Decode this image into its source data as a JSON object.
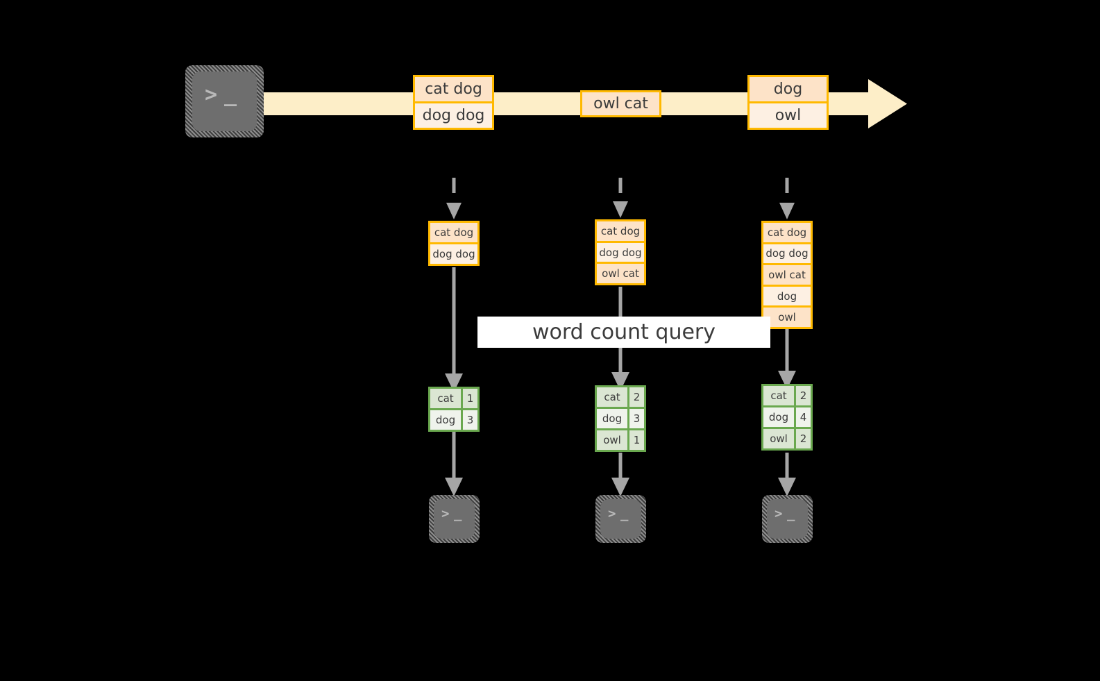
{
  "diagram": {
    "title": "word count query stream processing diagram",
    "colors": {
      "background": "#000000",
      "stream_band": "#fdeec8",
      "message_border": "#ffb900",
      "message_fill_dark": "#fde3c8",
      "message_fill_light": "#fdf0e3",
      "result_border": "#6aa84f",
      "result_fill_dark": "#dbe6d3",
      "result_fill_light": "#eff3ec",
      "arrow_gray": "#a6a6a6",
      "terminal_body": "#6e6e6e",
      "label_fill": "#ffffff",
      "text": "#3b3b3b"
    }
  },
  "source": {
    "icon": "terminal-icon",
    "glyph_prompt": ">",
    "glyph_cursor": "_"
  },
  "stream": {
    "icon": "right-arrow-band",
    "messages": [
      {
        "id": "msg-1",
        "lines": [
          "cat dog",
          "dog dog"
        ]
      },
      {
        "id": "msg-2",
        "lines": [
          "owl cat"
        ]
      },
      {
        "id": "msg-3",
        "lines": [
          "dog",
          "owl"
        ]
      }
    ]
  },
  "query": {
    "label": "word count query"
  },
  "snapshots": [
    {
      "id": "snapshot-1",
      "input_lines": [
        "cat dog",
        "dog dog"
      ],
      "results": [
        {
          "word": "cat",
          "count": "1"
        },
        {
          "word": "dog",
          "count": "3"
        }
      ],
      "sink": {
        "icon": "terminal-icon",
        "glyph_prompt": ">",
        "glyph_cursor": "_"
      }
    },
    {
      "id": "snapshot-2",
      "input_lines": [
        "cat dog",
        "dog dog",
        "owl cat"
      ],
      "results": [
        {
          "word": "cat",
          "count": "2"
        },
        {
          "word": "dog",
          "count": "3"
        },
        {
          "word": "owl",
          "count": "1"
        }
      ],
      "sink": {
        "icon": "terminal-icon",
        "glyph_prompt": ">",
        "glyph_cursor": "_"
      }
    },
    {
      "id": "snapshot-3",
      "input_lines": [
        "cat dog",
        "dog dog",
        "owl cat",
        "dog",
        "owl"
      ],
      "results": [
        {
          "word": "cat",
          "count": "2"
        },
        {
          "word": "dog",
          "count": "4"
        },
        {
          "word": "owl",
          "count": "2"
        }
      ],
      "sink": {
        "icon": "terminal-icon",
        "glyph_prompt": ">",
        "glyph_cursor": "_"
      }
    }
  ]
}
